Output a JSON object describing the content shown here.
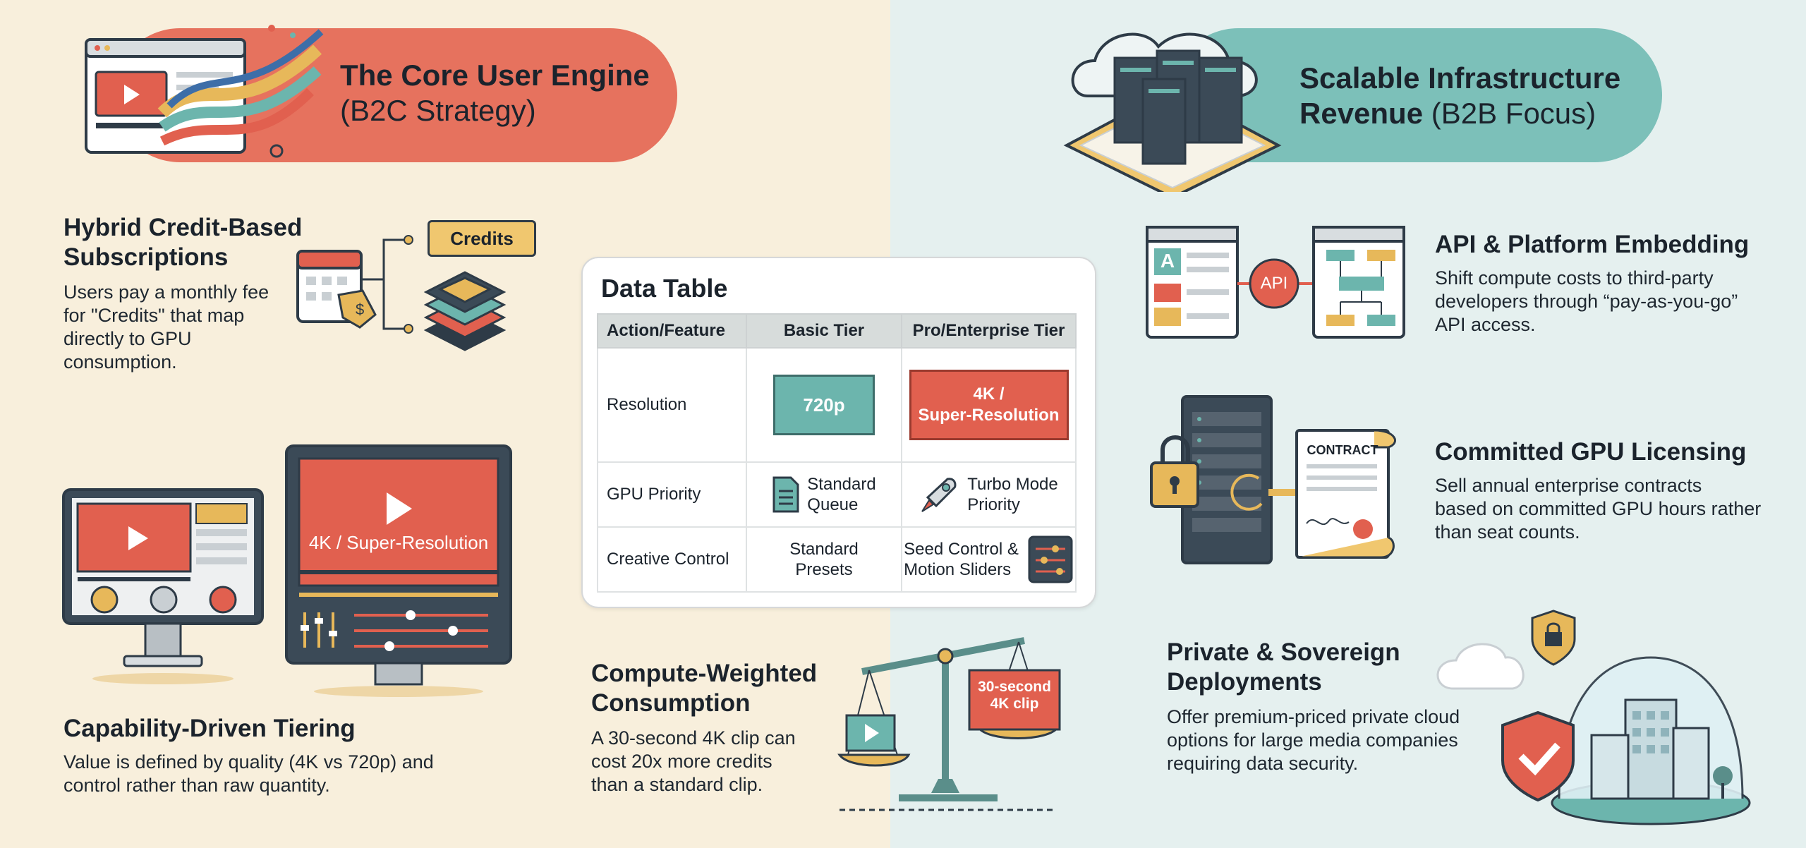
{
  "colors": {
    "left_bg": "#f8efdc",
    "right_bg": "#e5f0ef",
    "coral": "#e6725e",
    "teal": "#7cc0b9",
    "dark": "#2e3b47"
  },
  "b2c": {
    "header_bold": "The Core User Engine",
    "header_sub": "(B2C Strategy)",
    "credits_label": "Credits",
    "hybrid": {
      "title_line1": "Hybrid Credit-Based",
      "title_line2": "Subscriptions",
      "body": [
        "Users pay a monthly fee",
        "for \"Credits\" that map",
        "directly to GPU",
        "consumption."
      ]
    },
    "monitor_label": "4K / Super-Resolution",
    "capability": {
      "title": "Capability-Driven Tiering",
      "body": [
        "Value is defined by quality (4K vs 720p) and",
        "control rather than raw quantity."
      ]
    },
    "compute": {
      "title_line1": "Compute-Weighted",
      "title_line2": "Consumption",
      "body": [
        "A 30-second 4K clip can",
        "cost 20x more credits",
        "than a standard clip."
      ],
      "clip_label_line1": "30-second",
      "clip_label_line2": "4K clip"
    }
  },
  "table": {
    "title": "Data Table",
    "headers": [
      "Action/Feature",
      "Basic Tier",
      "Pro/Enterprise Tier"
    ],
    "rows": [
      {
        "feature": "Resolution",
        "basic": "720p",
        "pro_line1": "4K /",
        "pro_line2": "Super-Resolution"
      },
      {
        "feature": "GPU Priority",
        "basic_line1": "Standard",
        "basic_line2": "Queue",
        "pro_line1": "Turbo Mode",
        "pro_line2": "Priority"
      },
      {
        "feature": "Creative Control",
        "basic_line1": "Standard",
        "basic_line2": "Presets",
        "pro_line1": "Seed Control &",
        "pro_line2": "Motion Sliders"
      }
    ]
  },
  "b2b": {
    "header_line1": "Scalable Infrastructure",
    "header_bold2": "Revenue",
    "header_sub": "(B2B Focus)",
    "api_badge": "API",
    "api_doc_letter": "A",
    "api": {
      "title": "API & Platform Embedding",
      "body": [
        "Shift compute costs to third-party",
        "developers through “pay-as-you-go”",
        "API access."
      ]
    },
    "contract_label": "CONTRACT",
    "committed": {
      "title": "Committed GPU Licensing",
      "body": [
        "Sell annual enterprise contracts",
        "based on committed GPU hours rather",
        "than seat counts."
      ]
    },
    "private": {
      "title_line1": "Private & Sovereign",
      "title_line2": "Deployments",
      "body": [
        "Offer premium-priced private cloud",
        "options for large media companies",
        "requiring data security."
      ]
    }
  }
}
